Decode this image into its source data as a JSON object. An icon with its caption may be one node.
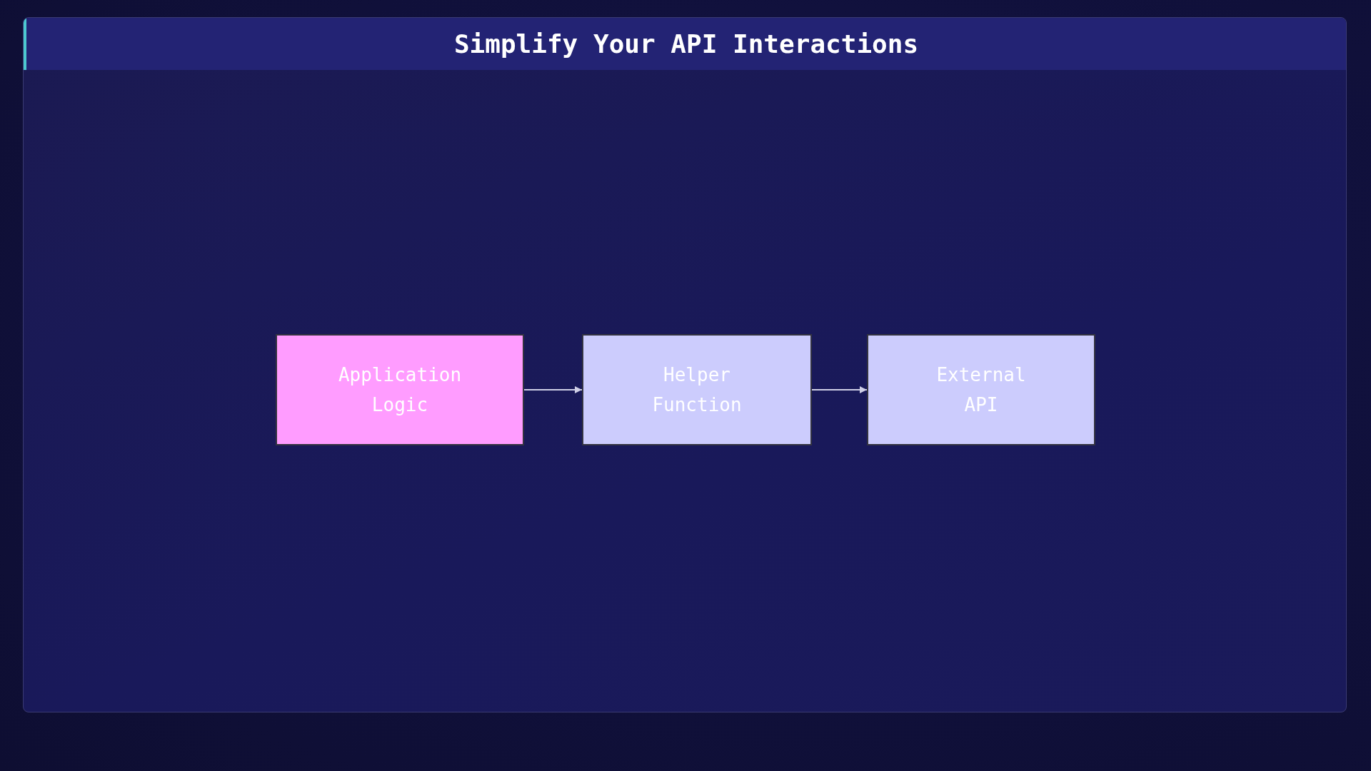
{
  "diagram": {
    "title": "Simplify Your API Interactions",
    "nodes": [
      {
        "text": [
          "Application Logic"
        ]
      },
      {
        "text": [
          "Helper Function"
        ]
      },
      {
        "text": [
          "External API"
        ]
      }
    ],
    "edges": [
      {
        "from": 0,
        "to": 1,
        "arrow": "to"
      },
      {
        "from": 1,
        "to": 2,
        "arrow": "to"
      }
    ]
  }
}
